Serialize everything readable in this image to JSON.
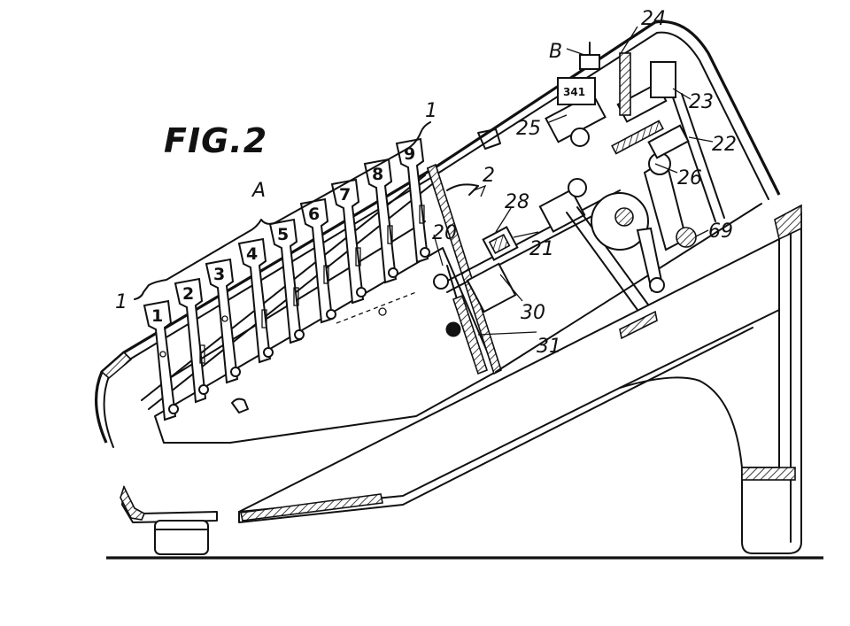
{
  "figure": {
    "title": "FIG.2",
    "group_label": "A",
    "section_label": "B",
    "keys": [
      "1",
      "2",
      "3",
      "4",
      "5",
      "6",
      "7",
      "8",
      "9"
    ],
    "window_digits": "341",
    "reference_numerals": {
      "r1_left": "1",
      "r1_right": "1",
      "r2": "2",
      "r20": "20",
      "r21": "21",
      "r22": "22",
      "r23": "23",
      "r24": "24",
      "r25": "25",
      "r26": "26",
      "r28": "28",
      "r30": "30",
      "r31": "31",
      "r69": "69"
    }
  }
}
